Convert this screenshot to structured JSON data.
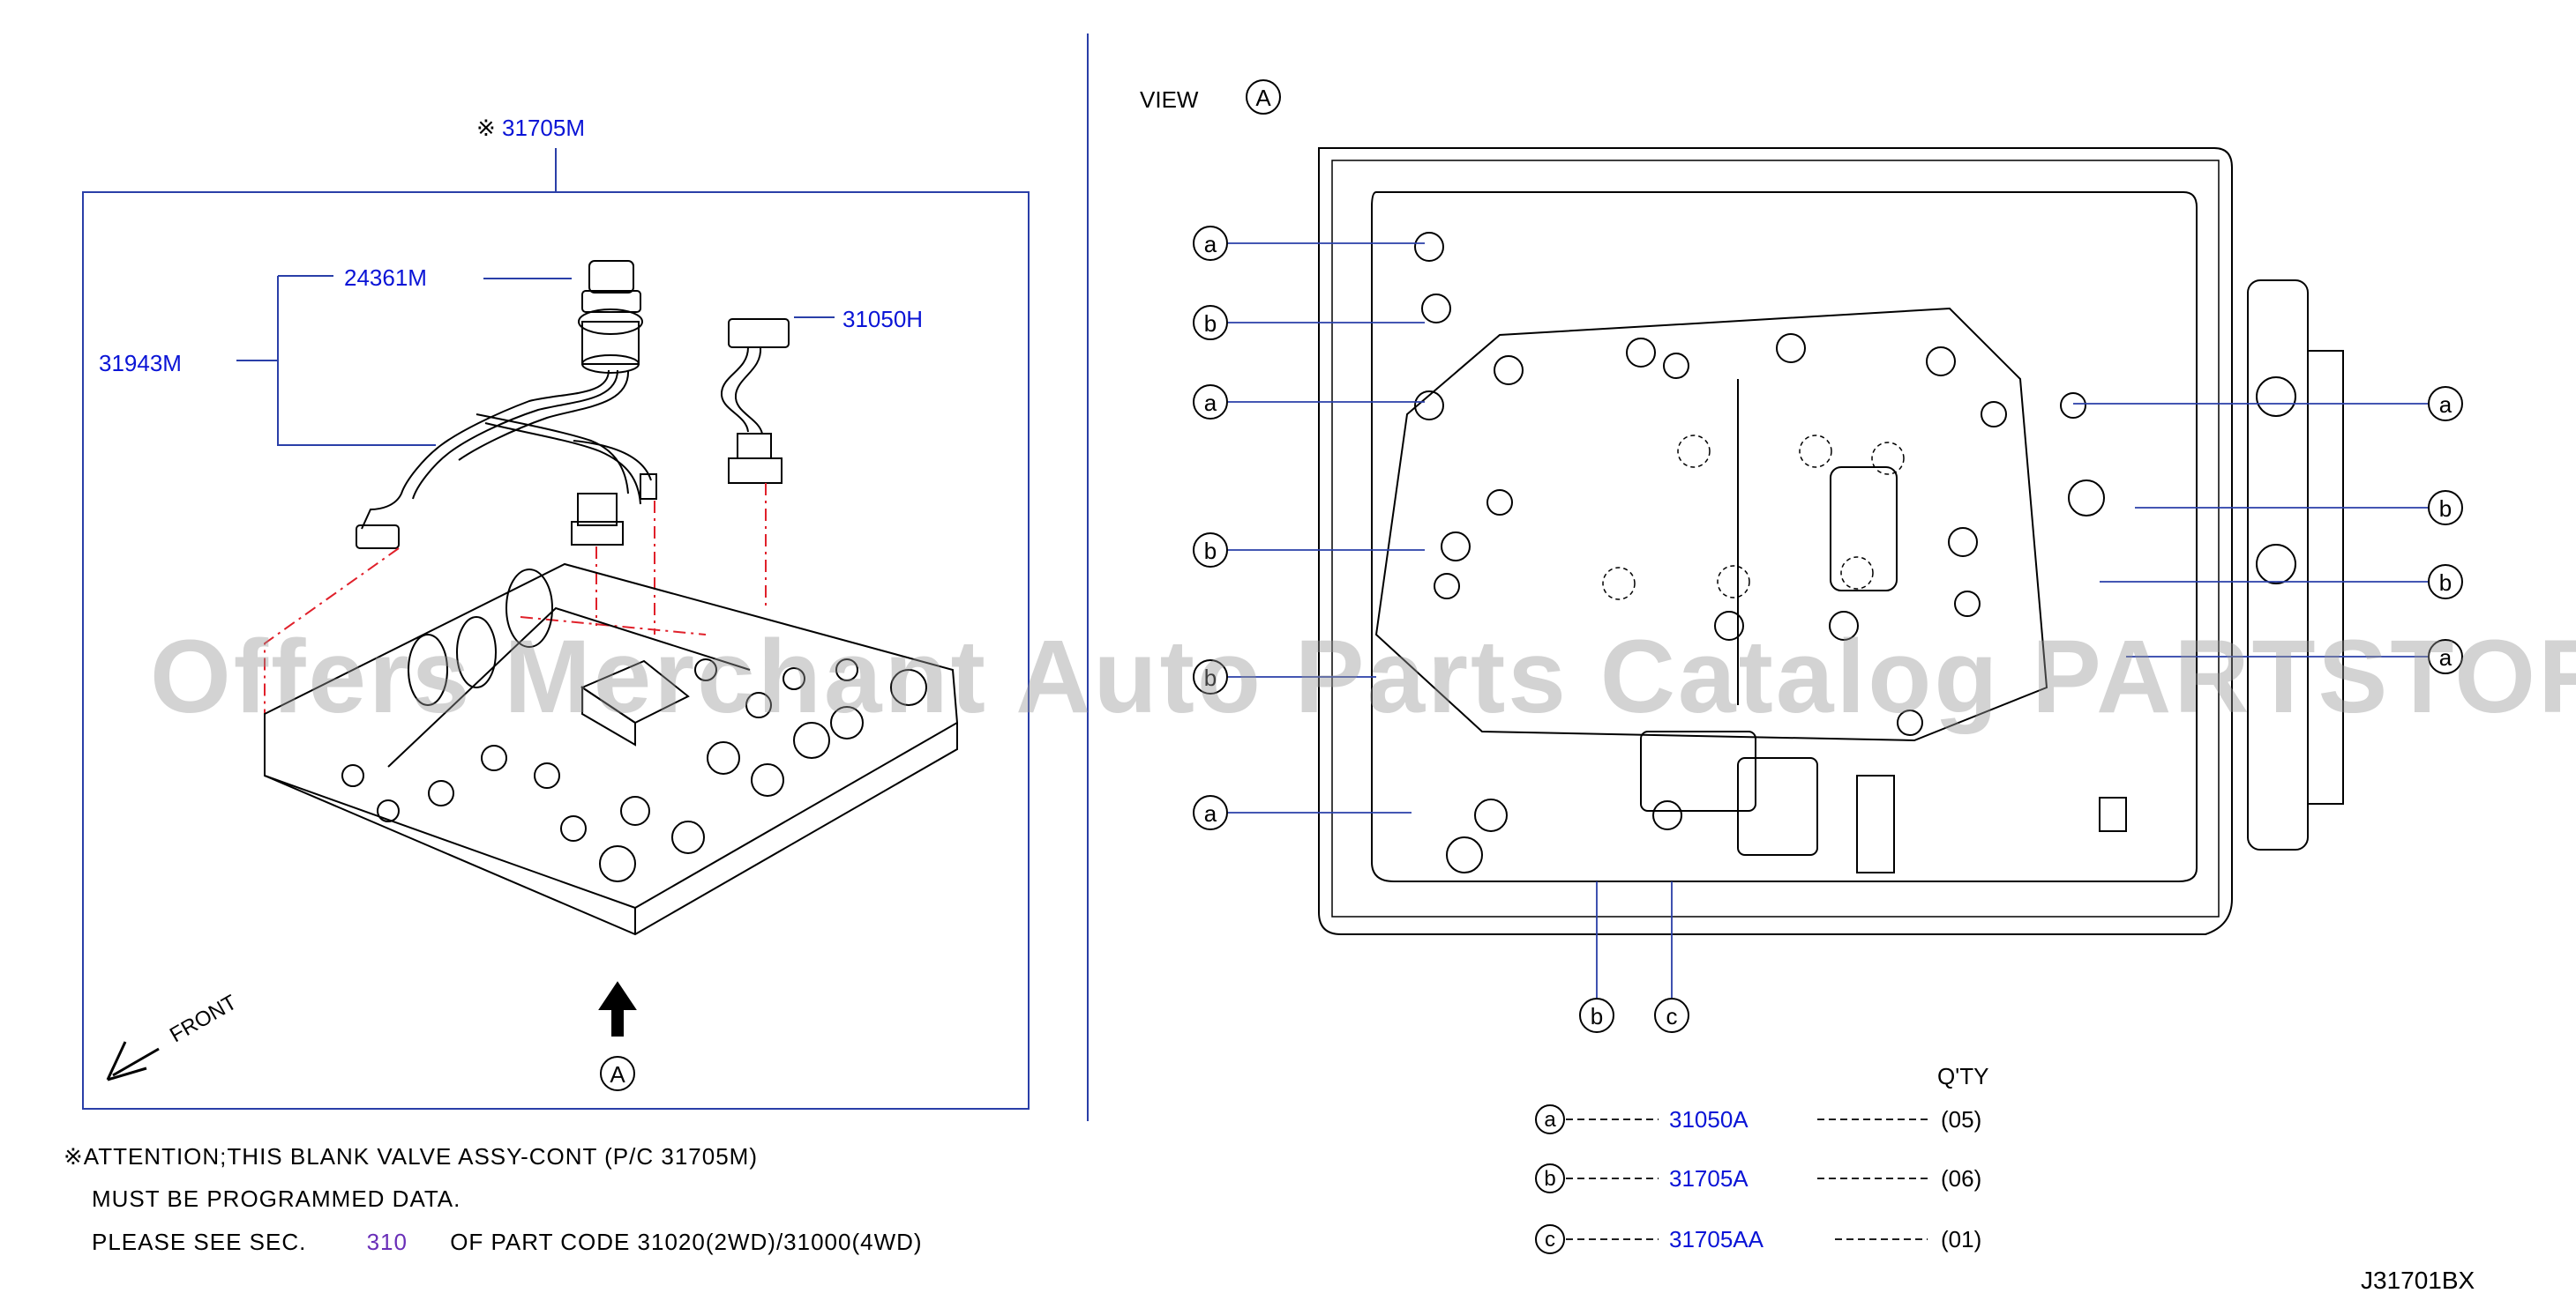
{
  "left_panel": {
    "assembly_part": "31705M",
    "assembly_mark": "※",
    "parts": [
      {
        "id": "harness-plug",
        "code": "24361M"
      },
      {
        "id": "harness",
        "code": "31943M"
      },
      {
        "id": "sensor",
        "code": "31050H"
      }
    ],
    "front_label": "FRONT",
    "view_marker": "A"
  },
  "right_panel": {
    "view_label": "VIEW",
    "view_marker": "A",
    "left_callouts": [
      "a",
      "b",
      "a",
      "b",
      "b",
      "a"
    ],
    "right_callouts": [
      "a",
      "b",
      "b",
      "a"
    ],
    "bottom_callouts": [
      "b",
      "c"
    ]
  },
  "legend": {
    "qty_header": "Q'TY",
    "rows": [
      {
        "letter": "a",
        "part": "31050A",
        "qty": "(05)"
      },
      {
        "letter": "b",
        "part": "31705A",
        "qty": "(06)"
      },
      {
        "letter": "c",
        "part": "31705AA",
        "qty": "(01)"
      }
    ]
  },
  "note": {
    "line1": "※ATTENTION;THIS  BLANK  VALVE  ASSY-CONT  (P/C  31705M)",
    "line2": "MUST  BE  PROGRAMMED  DATA.",
    "line3_pre": "PLEASE  SEE  SEC.",
    "line3_sec": "310",
    "line3_post": "OF  PART  CODE  31020(2WD)/31000(4WD)"
  },
  "diagram_code": "J31701BX",
  "watermark": "Offers Merchant Auto Parts Catalog PARTSTORE.SA",
  "colors": {
    "part_link": "#0a14d6",
    "section_link": "#6a2fb8",
    "leader": "#e0202a",
    "callout_leader": "#2a3fa8"
  }
}
